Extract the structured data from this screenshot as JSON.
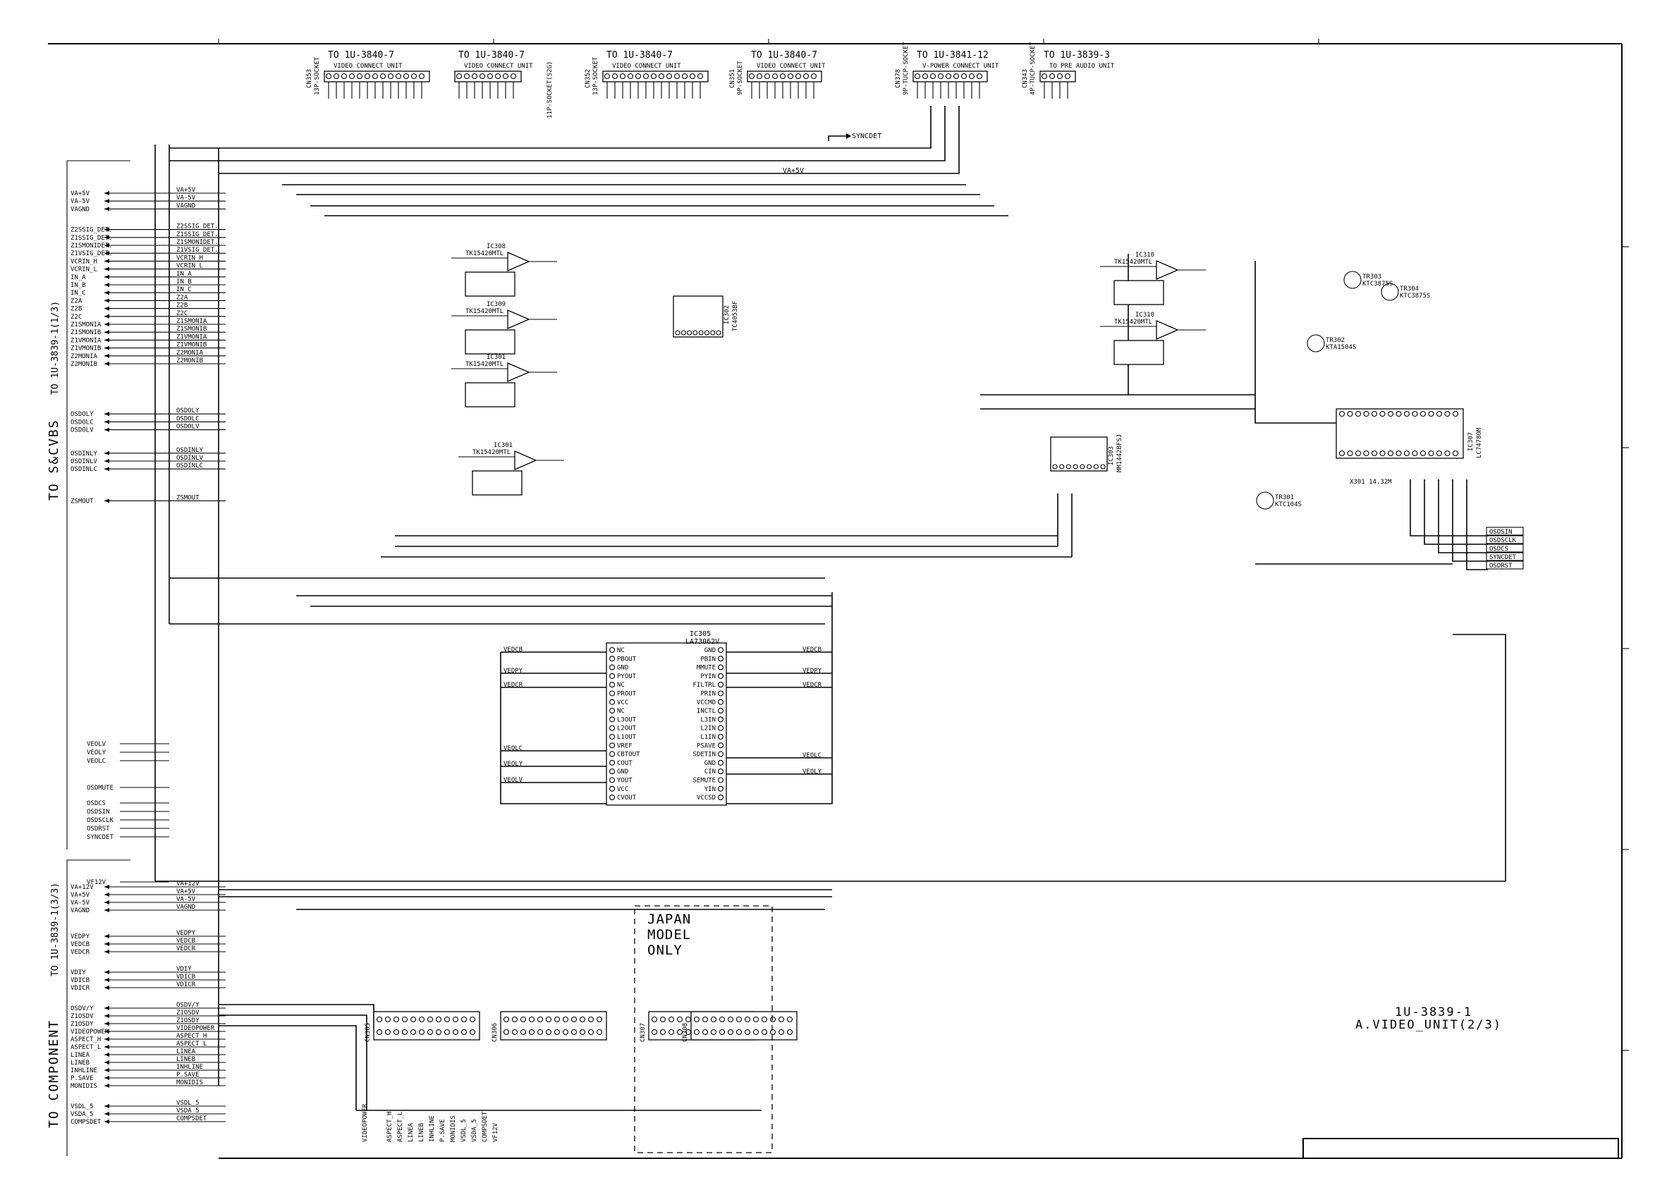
{
  "connectors_top": [
    {
      "ref": "CN353",
      "kind": "13P-SOCKET",
      "to": "TO 1U-3840-7",
      "unit": "VIDEO CONNECT UNIT"
    },
    {
      "ref": "",
      "kind": "",
      "to": "TO 1U-3840-7",
      "unit": "VIDEO CONNECT UNIT"
    },
    {
      "ref": "CN352",
      "kind": "13P-SOCKET",
      "to": "TO 1U-3840-7",
      "unit": "VIDEO CONNECT UNIT"
    },
    {
      "ref": "CN351",
      "kind": "9P-SOCKET",
      "to": "TO 1U-3840-7",
      "unit": "VIDEO CONNECT UNIT"
    },
    {
      "ref": "CN378",
      "kind": "9P-TUCP-SOCKET",
      "to": "TO 1U-3841-12",
      "unit": "V-POWER CONNECT UNIT"
    },
    {
      "ref": "CN343",
      "kind": "4P-TUCP-SOCKET",
      "to": "TO 1U-3839-3",
      "unit": "TO PRE AUDIO UNIT"
    }
  ],
  "socket_note": "11P-SOCKET(S2G)",
  "syncdet_label": "SYNCDET",
  "bus_label": "VA+5V",
  "left_s_cvbs": {
    "section_title": "TO S&CVBS",
    "target": "TO 1U-3839-1(1/3)",
    "signals": [
      "VA+5V",
      "VA-5V",
      "VAGND",
      "Z2SSIG_DET.",
      "Z1SSIG_DET.",
      "Z1SMONIDET.",
      "Z1VSIG_DET.",
      "VCRIN_H",
      "VCRIN_L",
      "IN_A",
      "IN_B",
      "IN_C",
      "Z2A",
      "Z2B",
      "Z2C",
      "Z1SMONIA",
      "Z1SMONIB",
      "Z1VMONIA",
      "Z1VMONIB",
      "Z2MONIA",
      "Z2MONIB",
      "OSDOLY",
      "OSDOLC",
      "OSDOLV",
      "OSDINLY",
      "OSDINLV",
      "OSDINLC",
      "ZSMOUT"
    ]
  },
  "left_component": {
    "section_title": "TO COMPONENT",
    "target": "TO 1U-3839-1(3/3)",
    "signals": [
      "VA+12V",
      "VA+5V",
      "VA-5V",
      "VAGND",
      "VEDPY",
      "VEDCB",
      "VEDCR",
      "VDIY",
      "VDICB",
      "VDICR",
      "OSDV/Y",
      "Z1OSDV",
      "Z1OSDY",
      "VIDEOPOWER",
      "ASPECT_H",
      "ASPECT_L",
      "LINEA",
      "LINEB",
      "INHLINE",
      "P.SAVE",
      "MONIDIS",
      "VSDL_5",
      "VSDA_5",
      "COMPSDET"
    ]
  },
  "mid_left_signals": [
    "VEOLV",
    "VEOLY",
    "VEOLC",
    "OSDMUTE",
    "OSDCS",
    "OSDSIN",
    "OSDSCLK",
    "OSDRST",
    "SYNCDET",
    "VF12V"
  ],
  "ics": [
    {
      "ref": "IC308",
      "part": "TK15420MTL"
    },
    {
      "ref": "IC309",
      "part": "TK15420MTL"
    },
    {
      "ref": "IC310",
      "part": "TK15420MTL"
    },
    {
      "ref": "IC301",
      "part": "TK15420MTL"
    },
    {
      "ref": "IC302",
      "part": "TC4053BF"
    },
    {
      "ref": "IC303",
      "part": "MM1442BFSJ"
    },
    {
      "ref": "IC305",
      "part": "LA73062V"
    },
    {
      "ref": "IC307",
      "part": "LC74780M"
    }
  ],
  "ic305_block": {
    "left_pins": [
      "NC",
      "PBOUT",
      "GND",
      "PYOUT",
      "NC",
      "PROUT",
      "VCC",
      "NC",
      "L3OUT",
      "L2OUT",
      "L1OUT",
      "VREF",
      "CBTOUT",
      "COUT",
      "GND",
      "YOUT",
      "VCC",
      "CVOUT"
    ],
    "right_pins": [
      "GND",
      "PBIN",
      "MMUTE",
      "PYIN",
      "FILTRL",
      "PRIN",
      "VCCMD",
      "INCTL",
      "L3IN",
      "L2IN",
      "L1IN",
      "PSAVE",
      "SDETIN",
      "GND",
      "CIN",
      "SEMUTE",
      "YIN",
      "VCCSD"
    ],
    "input_nets": [
      "VEDCB",
      "VEDPY",
      "VEDCR",
      "VEOLC",
      "VEOLY",
      "VEOLV"
    ],
    "output_nets": [
      "VEDCB",
      "VEDPY",
      "VEDCR",
      "VEOLC",
      "VEOLY"
    ]
  },
  "osd_outputs": [
    "OSDSIN",
    "OSDSCLK",
    "OSDCS",
    "SYNCDET",
    "OSDRST"
  ],
  "transistors": [
    "TR303 KTC3875S",
    "TR304 KTC3875S",
    "TR302 KTA1504S",
    "TR301 KTC104S"
  ],
  "crystal": "X301 14.32M",
  "japan_note": "JAPAN\nMODEL\nONLY",
  "bottom_connectors": [
    "CN305",
    "CN306",
    "CN307",
    "CN308"
  ],
  "bottom_nets": [
    "VIDEOPOWER",
    "ASPECT_H",
    "ASPECT_L",
    "LINEA",
    "LINEB",
    "INHLINE",
    "P.SAVE",
    "MONIDIS",
    "VSDL_5",
    "VSDA_5",
    "COMPSDET",
    "VF12V"
  ],
  "title": {
    "board": "1U-3839-1",
    "name": "A.VIDEO_UNIT(2/3)"
  }
}
